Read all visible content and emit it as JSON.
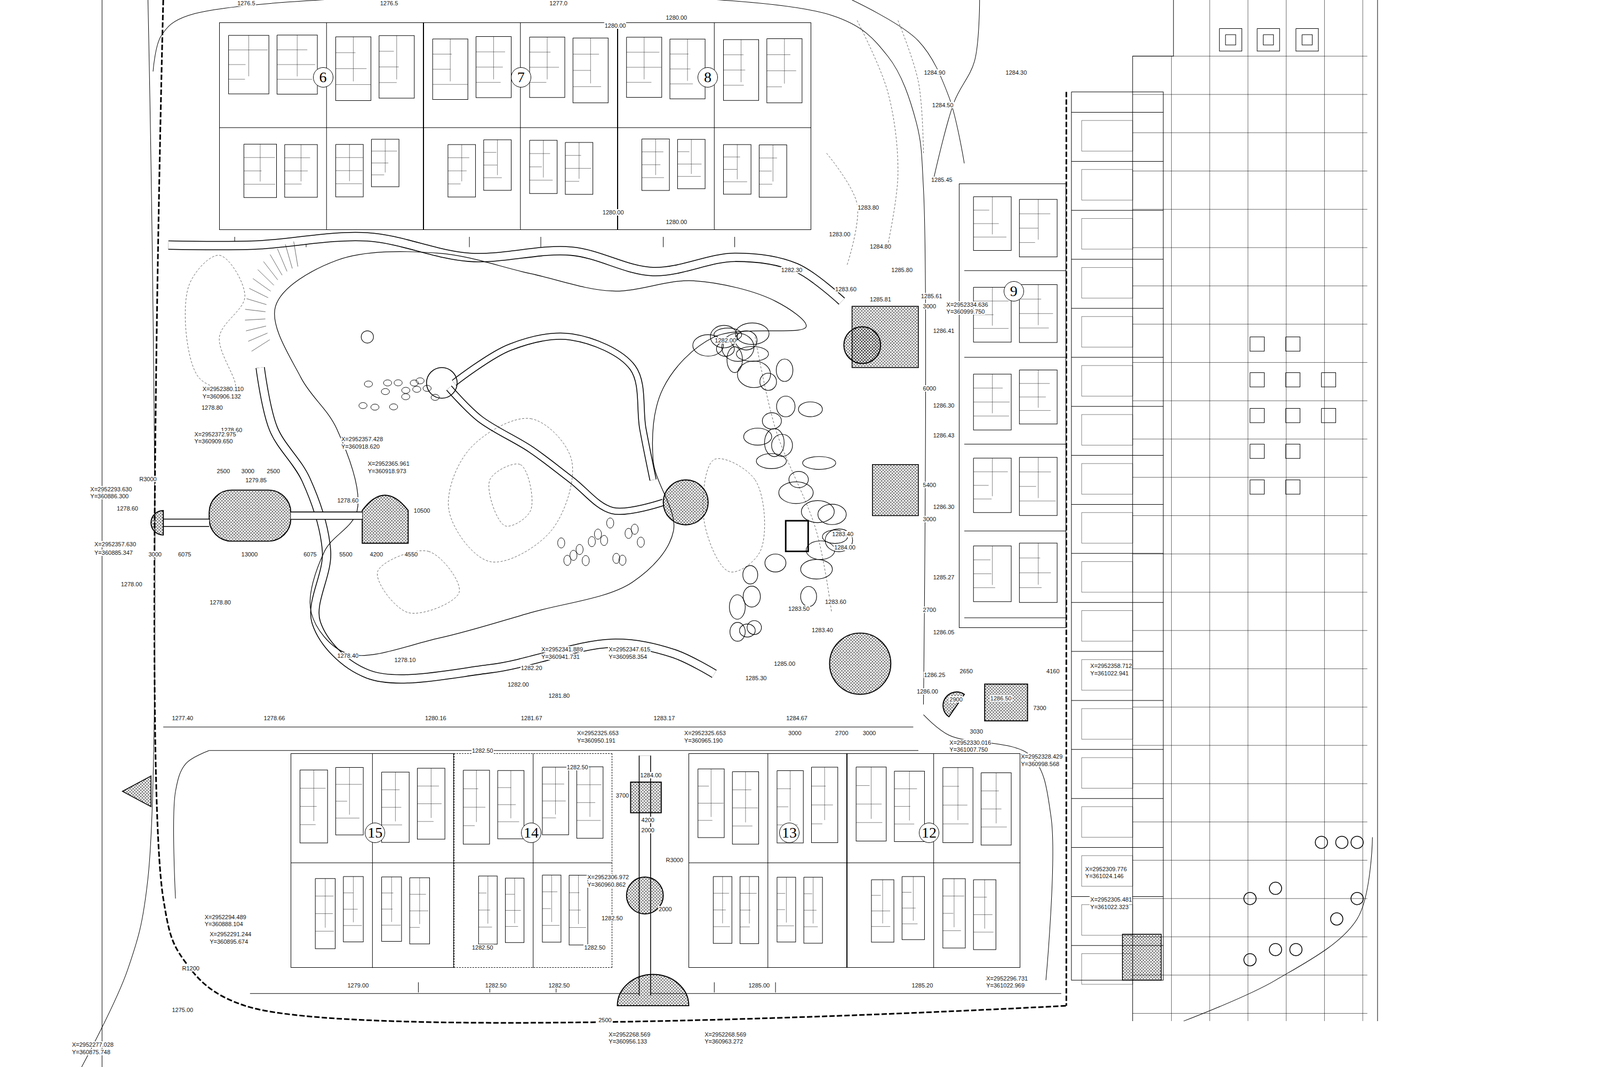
{
  "diagram": {
    "nodes": [
      {
        "text": [
          "6"
        ]
      },
      {
        "text": [
          "7"
        ]
      },
      {
        "text": [
          "8"
        ]
      },
      {
        "text": [
          "9"
        ]
      },
      {
        "text": [
          "15"
        ]
      },
      {
        "text": [
          "14"
        ]
      },
      {
        "text": [
          "13"
        ]
      },
      {
        "text": [
          "12"
        ]
      }
    ],
    "labels": [
      "1276.5",
      "1276.5",
      "1277.0",
      "1280.00",
      "1280.00",
      "1284.90",
      "1284.50",
      "1284.30",
      "1285.45",
      "1280.00",
      "1280.00",
      "1283.80",
      "1283.00",
      "1284.80",
      "1282.30",
      "1285.80",
      "1285.81",
      "1285.61",
      "1283.60",
      "1282.00",
      "1286.41",
      "1286.30",
      "1286.43",
      "1286.30",
      "1285.27",
      "1286.05",
      "1286.25",
      "1286.00",
      "1286.50",
      "1285.00",
      "1285.30",
      "1283.40",
      "1283.50",
      "1283.60",
      "1283.40",
      "1284.00",
      "1278.80",
      "1278.60",
      "1279.85",
      "1278.60",
      "1278.60",
      "1278.00",
      "1278.80",
      "1278.40",
      "1278.10",
      "1281.80",
      "1282.20",
      "1282.00",
      "1277.40",
      "1278.66",
      "1280.16",
      "1281.67",
      "1283.17",
      "1284.67",
      "1282.50",
      "1282.50",
      "1284.00",
      "1282.50",
      "1282.50",
      "1282.50",
      "1279.00",
      "1282.50",
      "1282.50",
      "1285.00",
      "1285.20",
      "1275.00",
      "3000",
      "6075",
      "13000",
      "6075",
      "5500",
      "4200",
      "4550",
      "2500",
      "3000",
      "2500",
      "10500",
      "R3000",
      "R1200",
      "3000",
      "2700",
      "3000",
      "3700",
      "4200",
      "2000",
      "2000",
      "R3000",
      "2500",
      "6000",
      "3000",
      "5400",
      "3000",
      "2700",
      "7300",
      "4160",
      "2650",
      "3030",
      "2900",
      "X=2952293.630",
      "Y=360886.300",
      "X=2952357.630",
      "Y=360885.347",
      "X=2952380.110",
      "Y=360906.132",
      "X=2952372.975",
      "Y=360909.650",
      "X=2952357.428",
      "Y=360918.620",
      "X=2952365.961",
      "Y=360918.973",
      "X=2952341.889",
      "Y=360941.731",
      "X=2952347.615",
      "Y=360958.354",
      "X=2952325.653",
      "Y=360950.191",
      "X=2952325.653",
      "Y=360965.190",
      "X=2952306.972",
      "Y=360960.862",
      "X=2952294.489",
      "Y=360888.104",
      "X=2952291.244",
      "Y=360895.674",
      "X=2952268.569",
      "Y=360956.133",
      "X=2952268.569",
      "Y=360963.272",
      "X=2952334.636",
      "Y=360999.750",
      "X=2952358.712",
      "Y=361022.941",
      "X=2952330.016",
      "Y=361007.750",
      "X=2952328.429",
      "Y=360998.568",
      "X=2952309.776",
      "Y=361024.146",
      "X=2952305.481",
      "Y=361022.323",
      "X=2952296.731",
      "Y=361022.969",
      "X=2952277.028",
      "Y=360875.748"
    ]
  }
}
